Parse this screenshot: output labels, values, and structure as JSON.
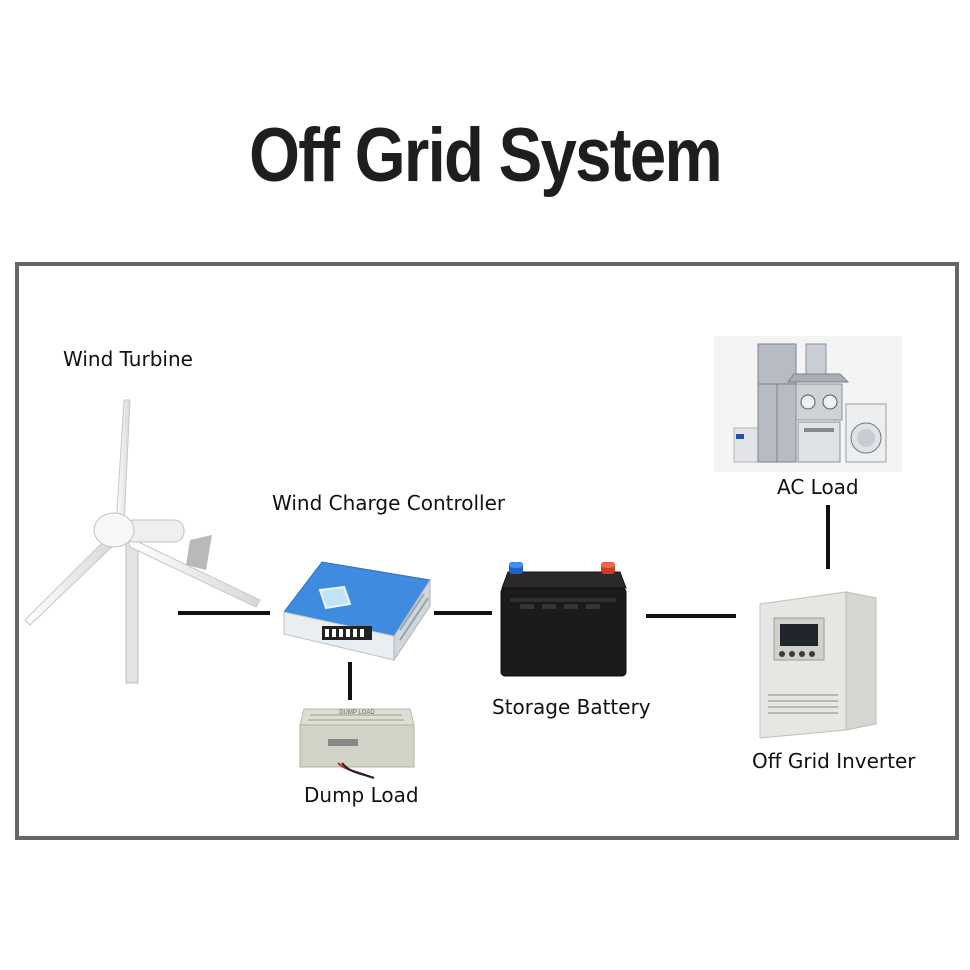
{
  "title": "Off Grid System",
  "components": {
    "wind_turbine": "Wind Turbine",
    "charge_controller": "Wind Charge Controller",
    "dump_load": "Dump Load",
    "battery": "Storage Battery",
    "inverter": "Off Grid Inverter",
    "ac_load": "AC Load"
  },
  "device_text": {
    "dump_load_plate": "DUMP LOAD"
  },
  "colors": {
    "frame": "#666666",
    "controller_blue": "#3e8be0",
    "battery_black": "#1b1b1b",
    "inverter_body": "#e6e6e3"
  }
}
